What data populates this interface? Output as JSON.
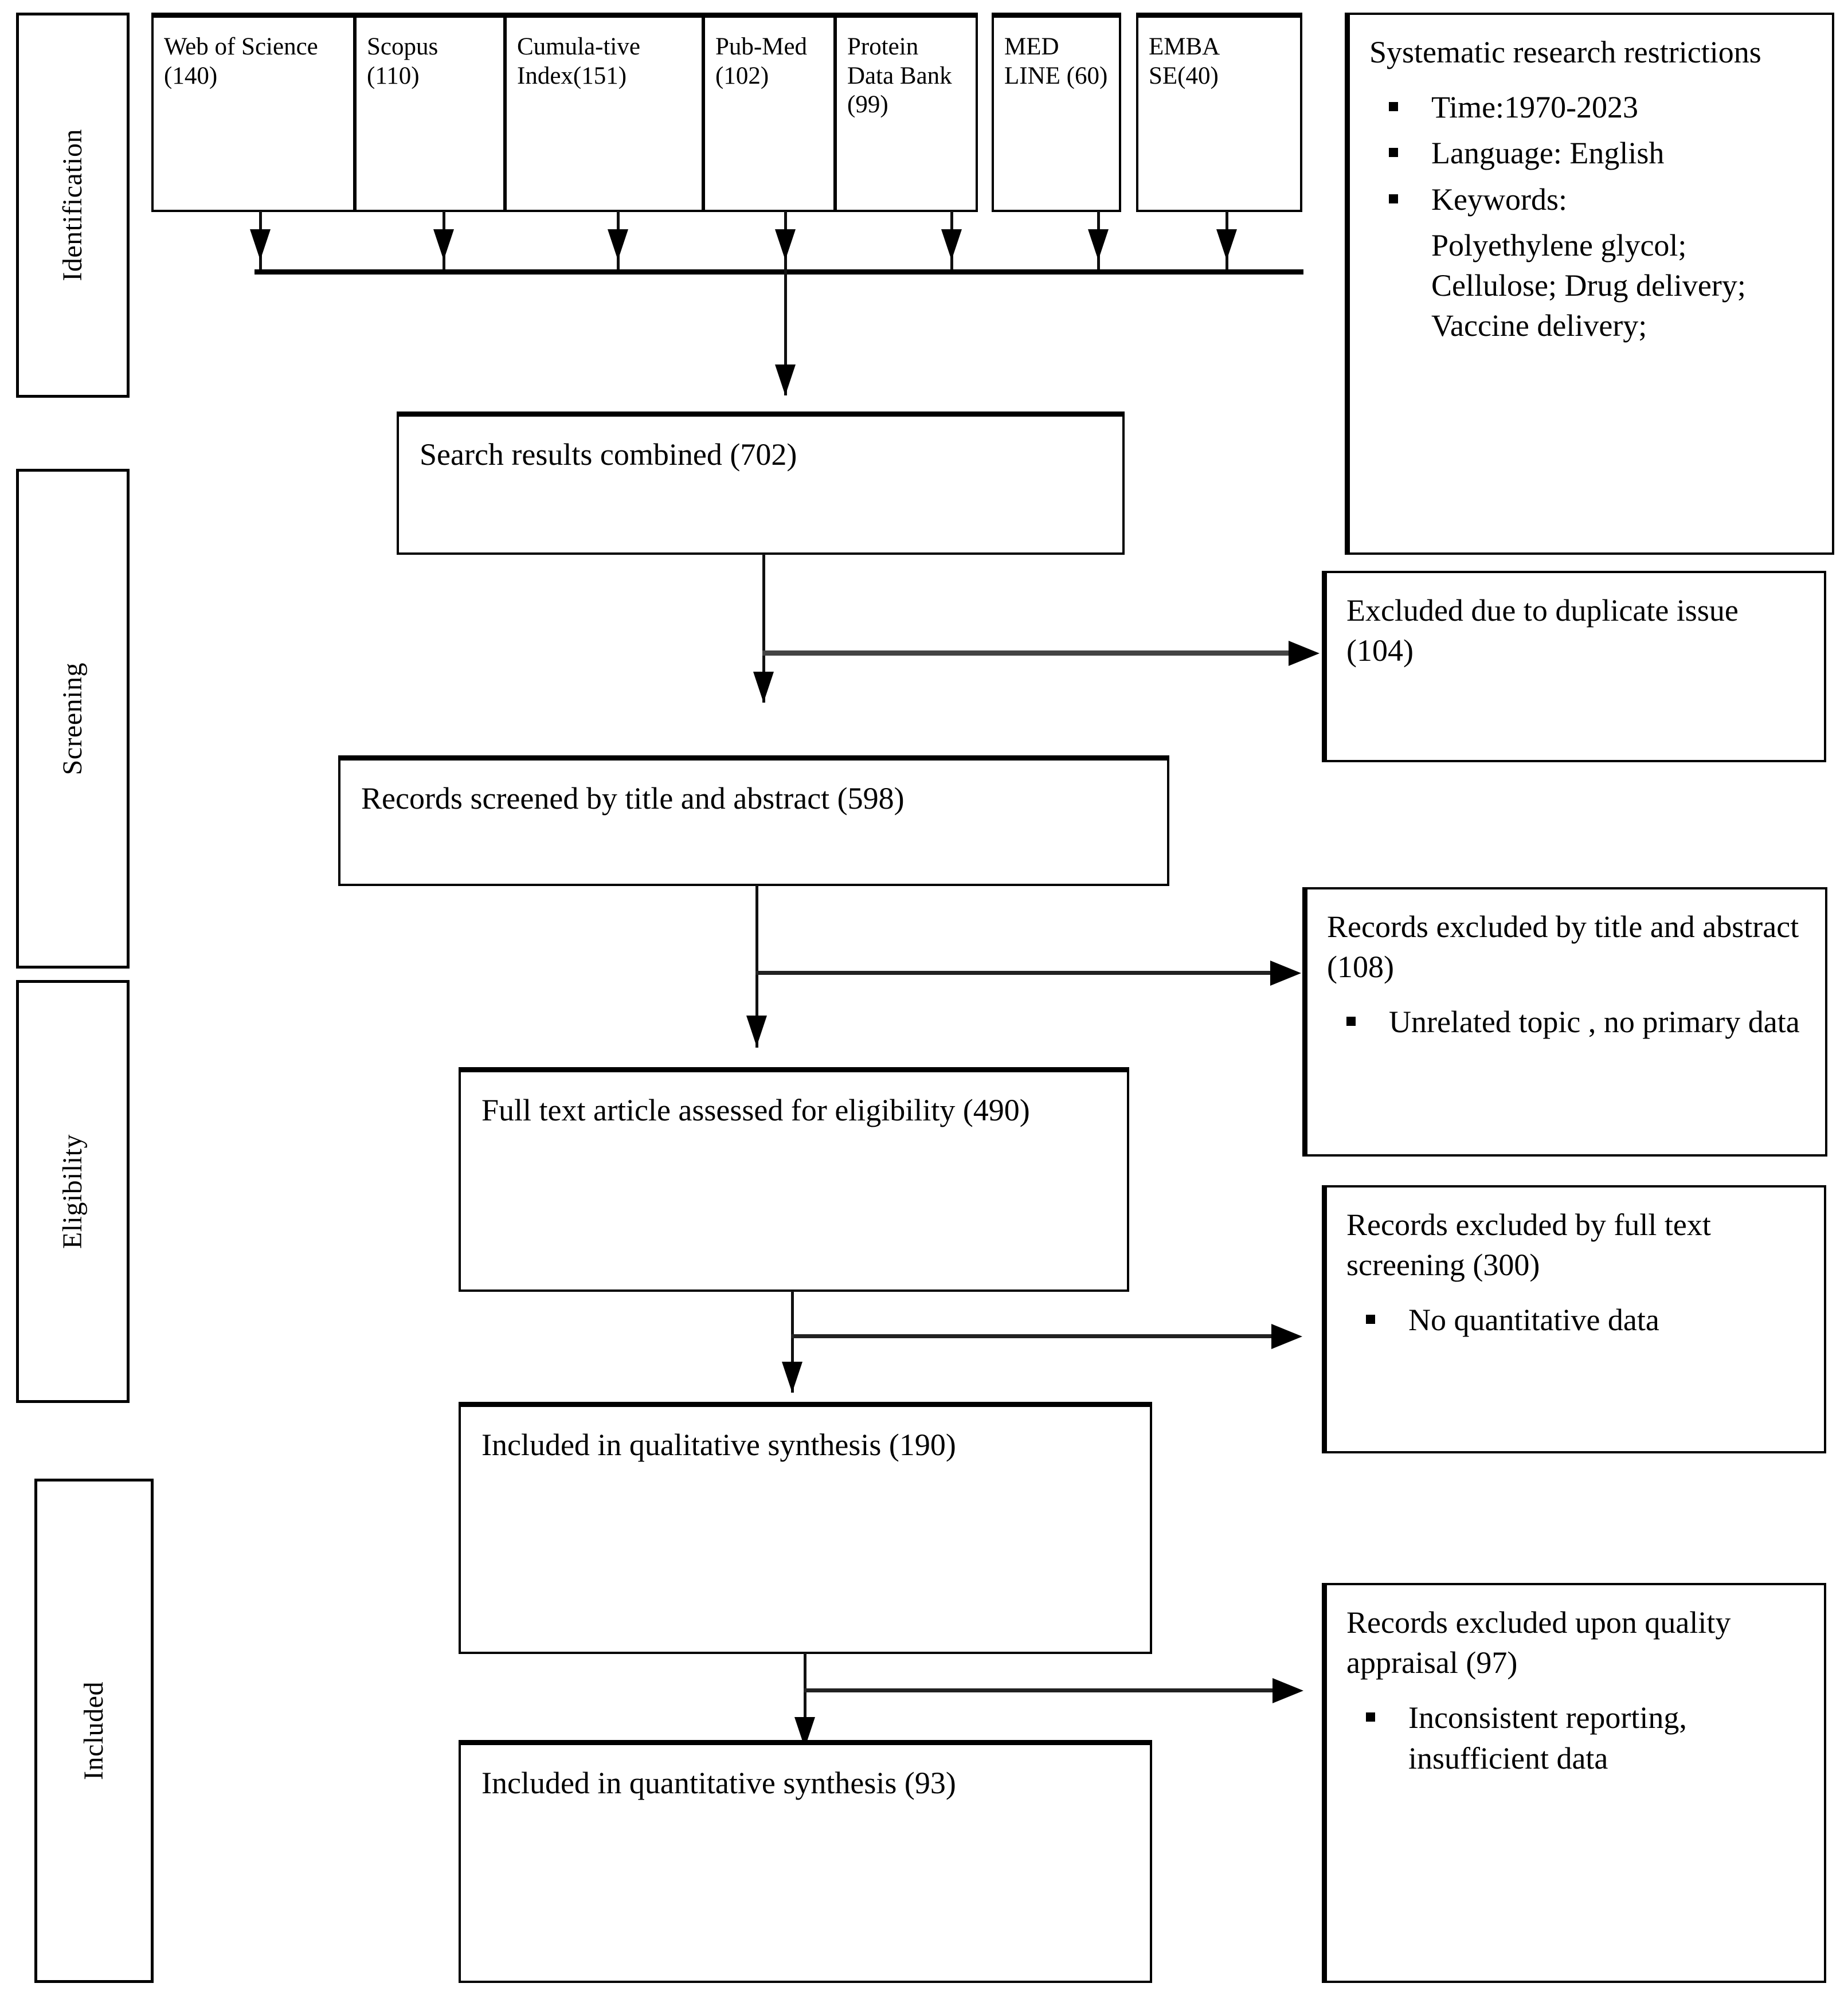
{
  "diagram": {
    "title": "PRISMA systematic review flow diagram",
    "line_color": "#000000",
    "box_border_color": "#000000",
    "background": "#ffffff"
  },
  "stages": [
    {
      "label": "Identification"
    },
    {
      "label": "Screening"
    },
    {
      "label": "Eligibility"
    },
    {
      "label": "Included"
    }
  ],
  "databases": [
    {
      "label": "Web of Science (140)",
      "name": "Web of Science",
      "count": 140
    },
    {
      "label": "Scopus (110)",
      "name": "Scopus",
      "count": 110
    },
    {
      "label": "Cumula-tive Index(151)",
      "name": "Cumulative Index",
      "count": 151
    },
    {
      "label": "Pub-Med (102)",
      "name": "PubMed",
      "count": 102
    },
    {
      "label": "Protein Data Bank (99)",
      "name": "Protein Data Bank",
      "count": 99
    },
    {
      "label": "MED LINE (60)",
      "name": "MEDLINE",
      "count": 60
    },
    {
      "label": "EMBA SE(40)",
      "name": "EMBASE",
      "count": 40
    }
  ],
  "restrictions": {
    "title": "Systematic research restrictions",
    "items": [
      "Time:1970-2023",
      "Language: English",
      "Keywords:"
    ],
    "keywords_continued": "Polyethylene glycol; Cellulose; Drug delivery; Vaccine delivery;"
  },
  "flow": {
    "combined": "Search results combined (702)",
    "screened": "Records screened by title and abstract (598)",
    "fulltext": "Full text article assessed for eligibility (490)",
    "qualitative": "Included in qualitative synthesis (190)",
    "quantitative": "Included in quantitative synthesis (93)"
  },
  "exclusions": {
    "duplicates": {
      "title": "Excluded due to duplicate issue (104)",
      "reasons": []
    },
    "title_abstract": {
      "title": "Records excluded by title and abstract (108)",
      "reasons": [
        "Unrelated topic , no primary data"
      ]
    },
    "full_text": {
      "title": "Records excluded by full text screening (300)",
      "reasons": [
        "No quantitative data"
      ]
    },
    "quality": {
      "title": "Records excluded upon quality appraisal (97)",
      "reasons": [
        "Inconsistent reporting, insufficient data"
      ]
    }
  },
  "chart_data": {
    "type": "flowchart",
    "title": "PRISMA flow diagram",
    "identification_sources": [
      {
        "source": "Web of Science",
        "n": 140
      },
      {
        "source": "Scopus",
        "n": 110
      },
      {
        "source": "Cumulative Index",
        "n": 151
      },
      {
        "source": "PubMed",
        "n": 102
      },
      {
        "source": "Protein Data Bank",
        "n": 99
      },
      {
        "source": "MEDLINE",
        "n": 60
      },
      {
        "source": "EMBASE",
        "n": 40
      }
    ],
    "stages": [
      {
        "stage": "Search results combined",
        "n": 702
      },
      {
        "stage": "Excluded due to duplicate issue",
        "n": 104
      },
      {
        "stage": "Records screened by title and abstract",
        "n": 598
      },
      {
        "stage": "Records excluded by title and abstract",
        "n": 108
      },
      {
        "stage": "Full text article assessed for eligibility",
        "n": 490
      },
      {
        "stage": "Records excluded by full text screening",
        "n": 300
      },
      {
        "stage": "Included in qualitative synthesis",
        "n": 190
      },
      {
        "stage": "Records excluded upon quality appraisal",
        "n": 97
      },
      {
        "stage": "Included in quantitative synthesis",
        "n": 93
      }
    ]
  }
}
